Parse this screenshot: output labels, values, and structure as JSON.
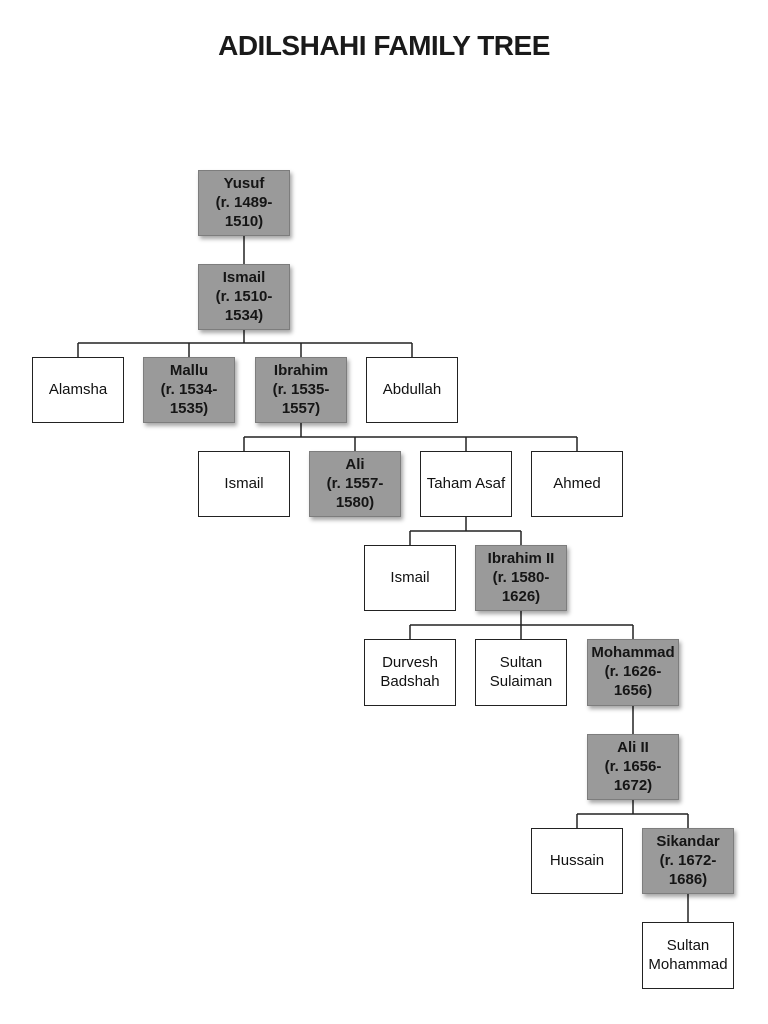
{
  "title": "ADILSHAHI FAMILY TREE",
  "nodes": {
    "yusuf": {
      "name": "Yusuf",
      "reign": "(r. 1489-1510)"
    },
    "ismail": {
      "name": "Ismail",
      "reign": "(r. 1510-1534)"
    },
    "alamsha": {
      "name": "Alamsha"
    },
    "mallu": {
      "name": "Mallu",
      "reign": "(r. 1534-1535)"
    },
    "ibrahim": {
      "name": "Ibrahim",
      "reign": "(r. 1535-1557)"
    },
    "abdullah": {
      "name": "Abdullah"
    },
    "ismail_b": {
      "name": "Ismail"
    },
    "ali": {
      "name": "Ali",
      "reign": "(r. 1557-1580)"
    },
    "taham": {
      "name": "Taham Asaf"
    },
    "ahmed": {
      "name": "Ahmed"
    },
    "ismail_c": {
      "name": "Ismail"
    },
    "ibrahim2": {
      "name": "Ibrahim II",
      "reign": "(r. 1580-1626)"
    },
    "durvesh": {
      "line1": "Durvesh",
      "line2": "Badshah"
    },
    "sulaiman": {
      "line1": "Sultan",
      "line2": "Sulaiman"
    },
    "mohammad": {
      "name": "Mohammad",
      "reign": "(r. 1626-1656)"
    },
    "ali2": {
      "name": "Ali II",
      "reign": "(r. 1656-1672)"
    },
    "hussain": {
      "name": "Hussain"
    },
    "sikandar": {
      "name": "Sikandar",
      "reign": "(r. 1672-1686)"
    },
    "sultan_m": {
      "line1": "Sultan",
      "line2": "Mohammad"
    }
  }
}
